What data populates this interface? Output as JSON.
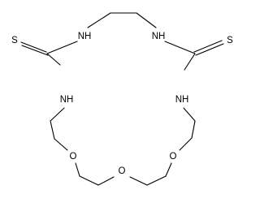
{
  "molecule": {
    "atoms": {
      "s_left": "S",
      "s_right": "S",
      "nh_top_left": "NH",
      "nh_top_right": "NH",
      "nh_mid_left": "NH",
      "nh_mid_right": "NH",
      "o_left": "O",
      "o_center": "O",
      "o_right": "O"
    }
  }
}
